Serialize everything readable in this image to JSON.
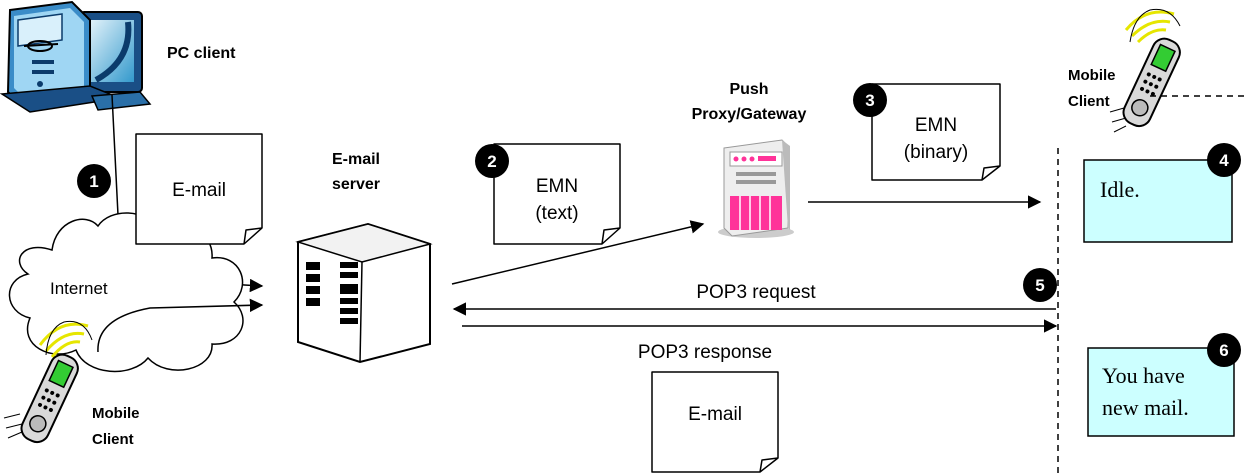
{
  "labels": {
    "pc_client": "PC client",
    "email_server_line1": "E-mail",
    "email_server_line2": "server",
    "push_line1": "Push",
    "push_line2": "Proxy/Gateway",
    "mobile_client_top_line1": "Mobile",
    "mobile_client_top_line2": "Client",
    "mobile_client_bottom_line1": "Mobile",
    "mobile_client_bottom_line2": "Client",
    "internet": "Internet",
    "pop3_request": "POP3 request",
    "pop3_response": "POP3 response"
  },
  "notes": {
    "email_top": "E-mail",
    "emn_text_line1": "EMN",
    "emn_text_line2": "(text)",
    "emn_binary_line1": "EMN",
    "emn_binary_line2": "(binary)",
    "email_bottom": "E-mail"
  },
  "screens": {
    "idle": "Idle.",
    "newmail_line1": "You have",
    "newmail_line2": "new mail."
  },
  "steps": [
    "1",
    "2",
    "3",
    "4",
    "5",
    "6"
  ],
  "colors": {
    "screen_fill": "#ccffff",
    "gateway_pink": "#ff3399",
    "pc_blue": "#3399cc",
    "badge": "#000000"
  }
}
